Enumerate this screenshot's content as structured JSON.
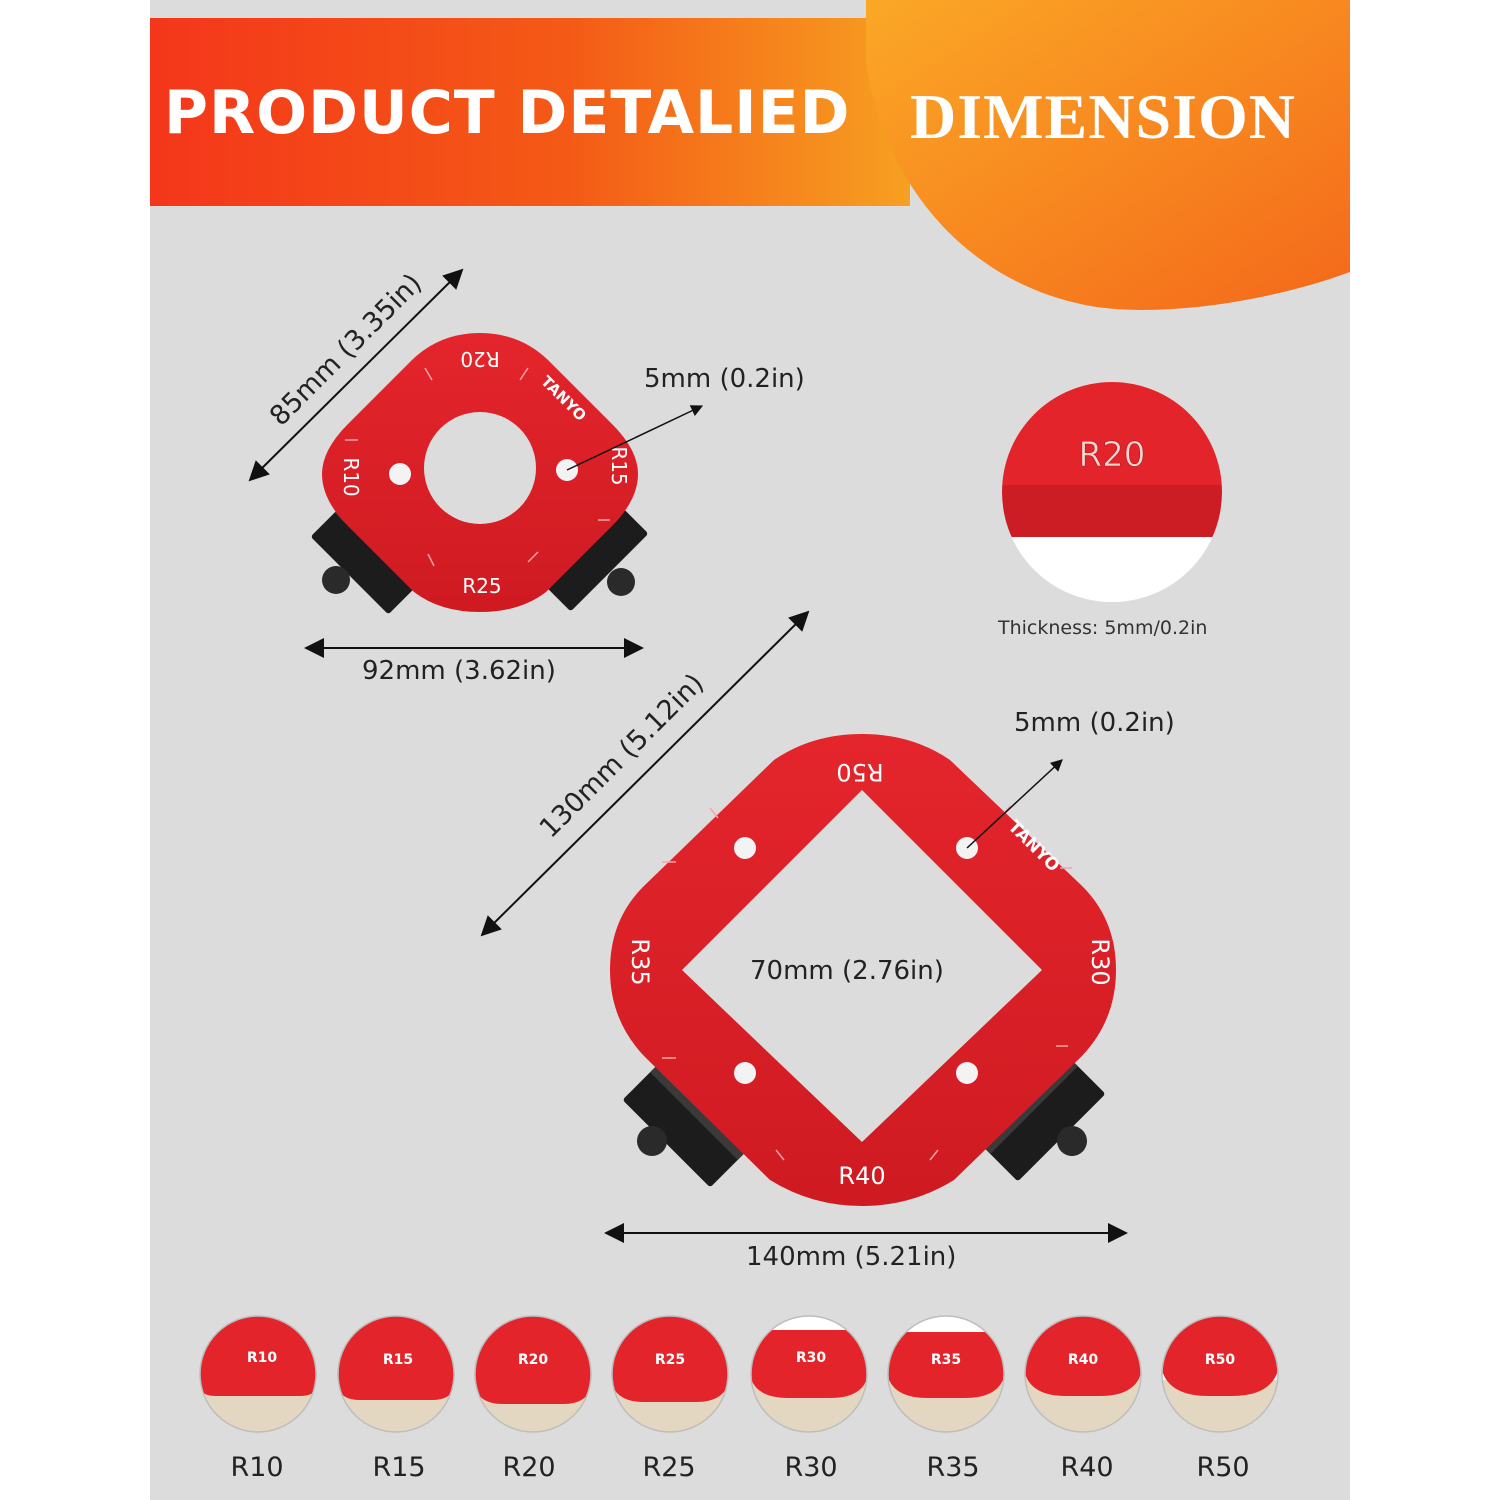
{
  "header": {
    "left_title": "PRODUCT DETALIED",
    "right_title": "DIMENSION"
  },
  "small_template": {
    "brand": "TANYO",
    "radius_labels": {
      "top": "R20",
      "left": "R10",
      "right": "R15",
      "bottom": "R25"
    },
    "diagonal_dimension": "85mm (3.35in)",
    "width_dimension": "92mm (3.62in)",
    "hole_dimension": "5mm (0.2in)"
  },
  "thickness_detail": {
    "label": "R20",
    "caption": "Thickness: 5mm/0.2in"
  },
  "large_template": {
    "brand": "TANYO",
    "radius_labels": {
      "top": "R50",
      "left": "R35",
      "right": "R30",
      "bottom": "R40"
    },
    "diagonal_dimension": "130mm (5.12in)",
    "inner_dimension": "70mm (2.76in)",
    "width_dimension": "140mm (5.21in)",
    "hole_dimension": "5mm (0.2in)"
  },
  "radius_samples": [
    {
      "label": "R10",
      "caption": "R10"
    },
    {
      "label": "R15",
      "caption": "R15"
    },
    {
      "label": "R20",
      "caption": "R20"
    },
    {
      "label": "R25",
      "caption": "R25"
    },
    {
      "label": "R30",
      "caption": "R30"
    },
    {
      "label": "R35",
      "caption": "R35"
    },
    {
      "label": "R40",
      "caption": "R40"
    },
    {
      "label": "R50",
      "caption": "R50"
    }
  ],
  "colors": {
    "template_red": "#e01e28",
    "header_red": "#f4361a",
    "header_orange": "#f7a021",
    "clamp_black": "#1c1c1c",
    "panel_grey": "#dcdcdc"
  }
}
